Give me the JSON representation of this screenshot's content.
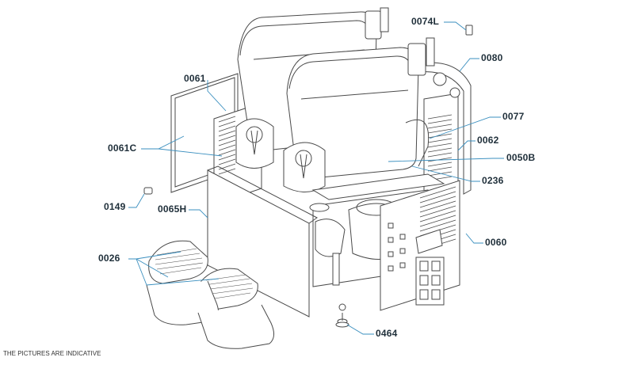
{
  "colors": {
    "leader": "#3a8fbf",
    "outline": "#4a4a4a",
    "label": "#1f2f3a",
    "background": "#ffffff"
  },
  "labels": {
    "p0074L": "0074L",
    "p0080": "0080",
    "p0061": "0061",
    "p0077": "0077",
    "p0061C": "0061C",
    "p0062": "0062",
    "p0050B": "0050B",
    "p0236": "0236",
    "p0149": "0149",
    "p0065H": "0065H",
    "p0060": "0060",
    "p0026": "0026",
    "p0464": "0464"
  },
  "footer": "THE PICTURES ARE INDICATIVE"
}
